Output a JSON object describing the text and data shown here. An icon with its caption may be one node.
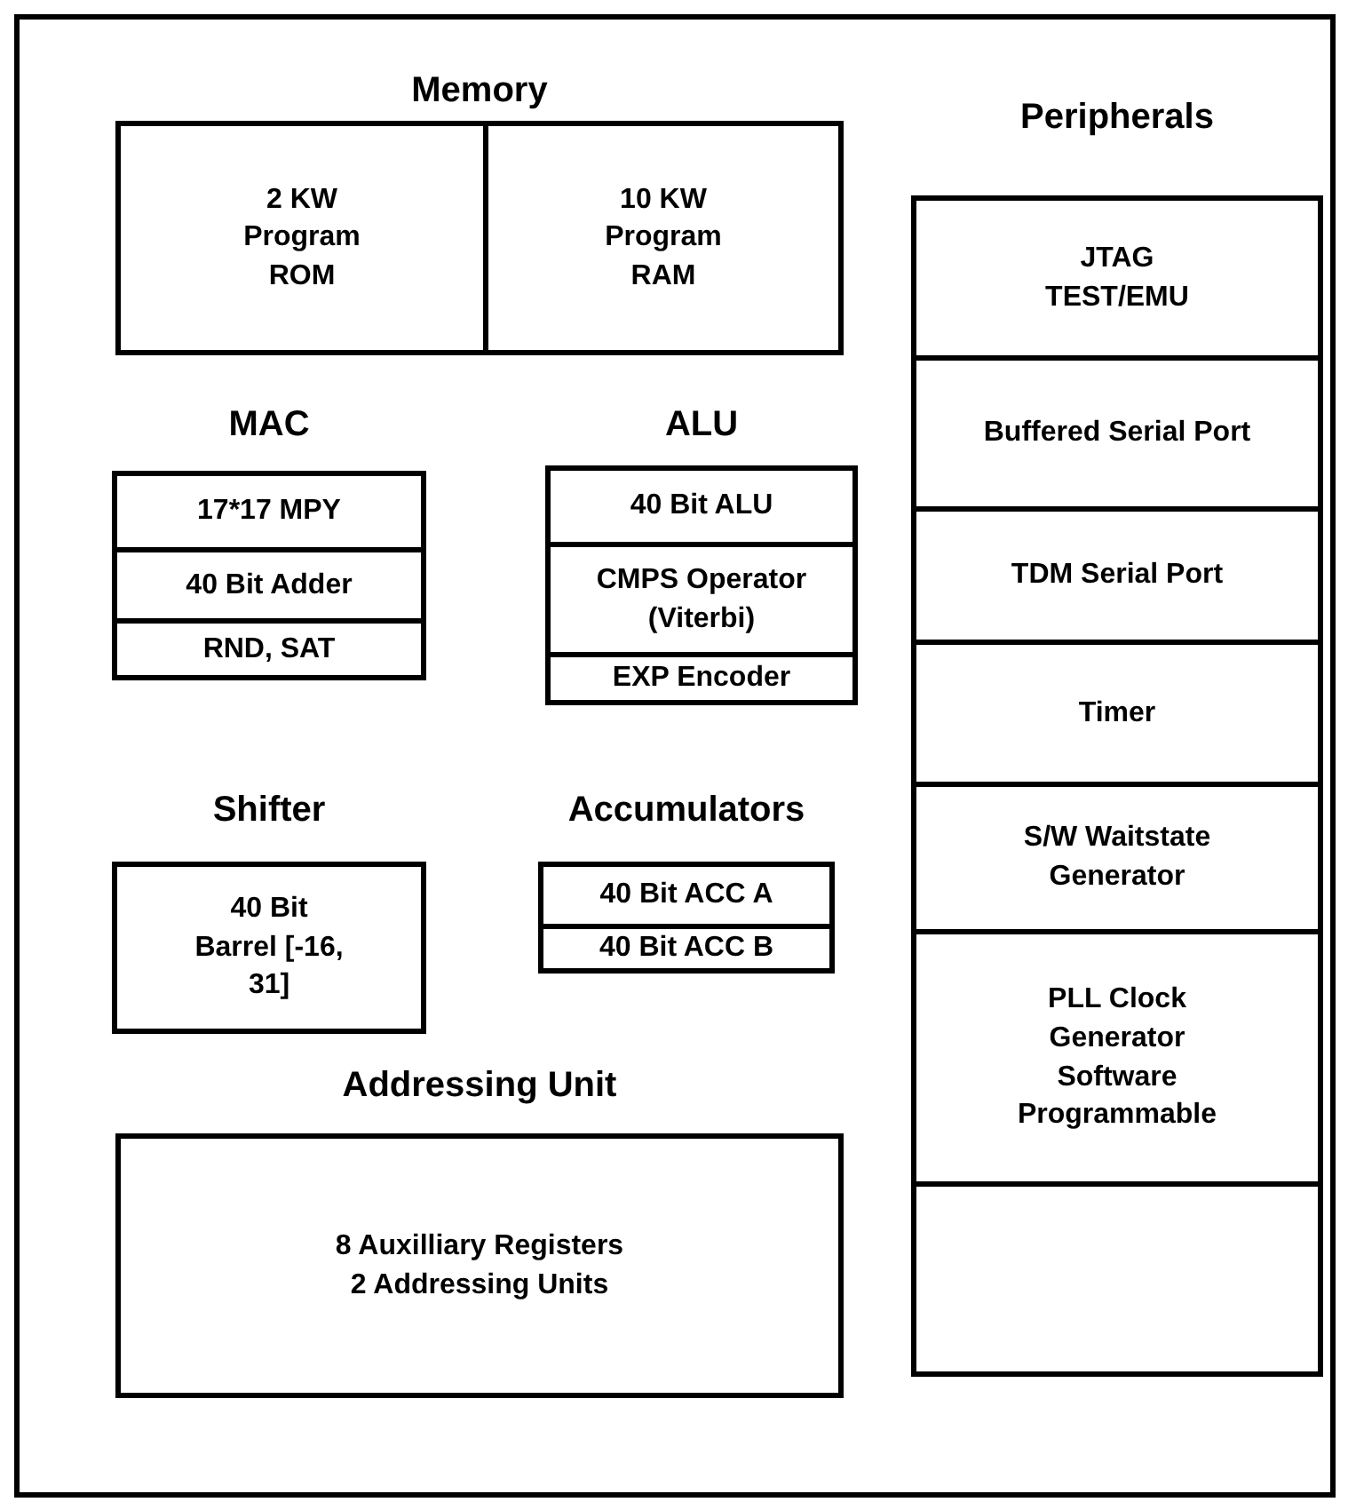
{
  "diagram": {
    "nodes": [
      {
        "text": [],
        "shape": "box"
      },
      {
        "text": [
          "Memory"
        ],
        "in": 0
      },
      {
        "text": [
          "2 KW Program ROM"
        ],
        "in": 1
      },
      {
        "text": [
          "10 KW Program RAM"
        ],
        "in": 1
      },
      {
        "text": [
          "Peripherals"
        ],
        "in": 0
      },
      {
        "text": [
          "JTAG TEST/EMU"
        ],
        "in": 4
      },
      {
        "text": [
          "Buffered Serial Port"
        ],
        "in": 4
      },
      {
        "text": [
          "TDM Serial Port"
        ],
        "in": 4
      },
      {
        "text": [
          "Timer"
        ],
        "in": 4
      },
      {
        "text": [
          "S/W Waitstate Generator"
        ],
        "in": 4
      },
      {
        "text": [
          "PLL Clock Generator Software Programmable"
        ],
        "in": 4
      },
      {
        "text": [],
        "shape": "box",
        "in": 4
      },
      {
        "text": [
          "MAC"
        ],
        "in": 0
      },
      {
        "text": [
          "17*17 MPY"
        ],
        "in": 12
      },
      {
        "text": [
          "40 Bit Adder"
        ],
        "in": 12
      },
      {
        "text": [
          "RND, SAT"
        ],
        "in": 12
      },
      {
        "text": [
          "ALU"
        ],
        "in": 0
      },
      {
        "text": [
          "40 Bit ALU"
        ],
        "in": 16
      },
      {
        "text": [
          "CMPS Operator (Viterbi)"
        ],
        "in": 16
      },
      {
        "text": [
          "EXP Encoder"
        ],
        "in": 16
      },
      {
        "text": [
          "Shifter",
          "40 Bit Barrel [-16, 31]"
        ],
        "in": 0
      },
      {
        "text": [
          "Accumulators"
        ],
        "in": 0
      },
      {
        "text": [
          "40 Bit ACC A"
        ],
        "in": 21
      },
      {
        "text": [
          "40 Bit ACC B"
        ],
        "in": 21
      },
      {
        "text": [
          "Addressing Unit",
          "8 Auxilliary Registers",
          "2 Addressing Units"
        ],
        "in": 0
      }
    ]
  }
}
